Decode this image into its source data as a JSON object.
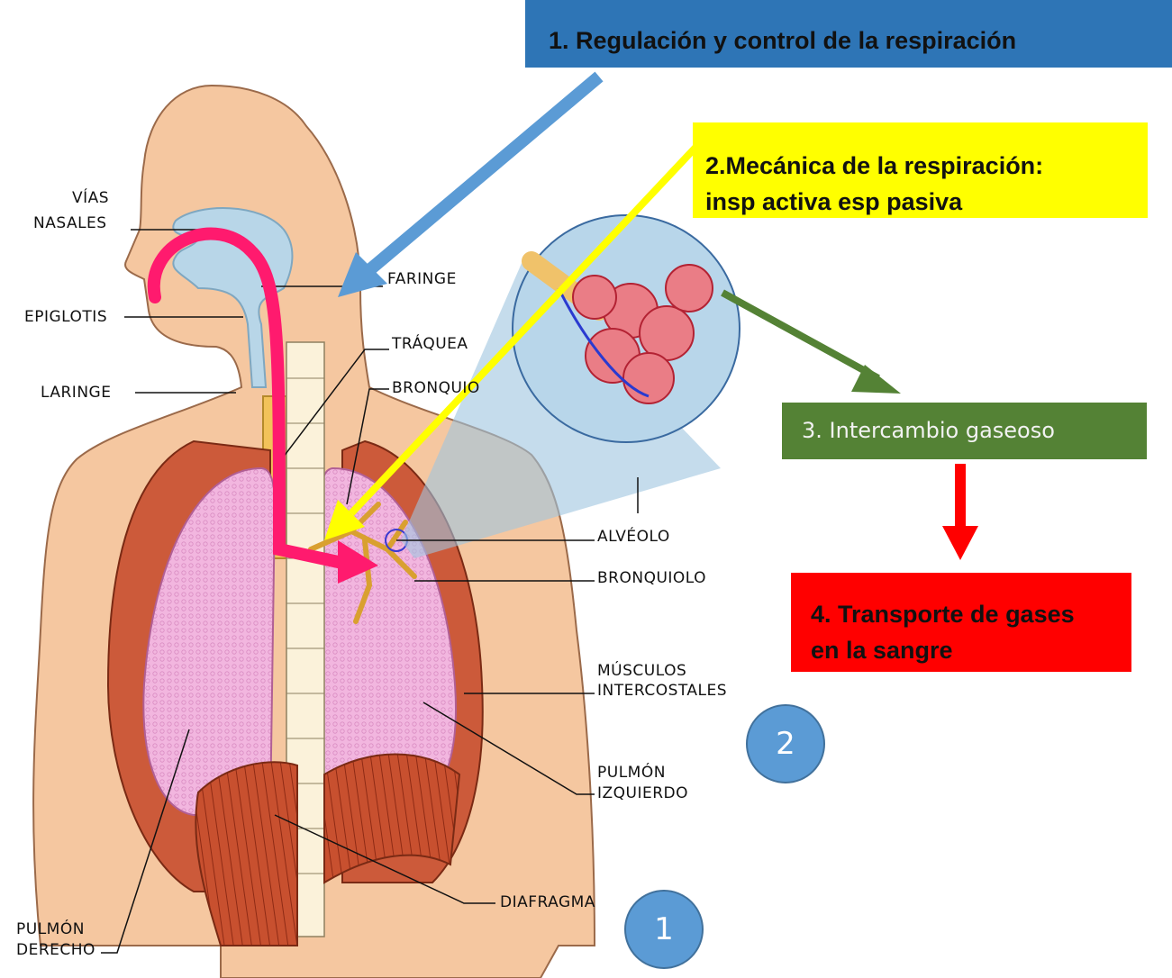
{
  "boxes": {
    "box1": "1. Regulación y control de la respiración",
    "box2_line1": "2.Mecánica de la respiración:",
    "box2_line2": "insp activa esp pasiva",
    "box3": "3. Intercambio gaseoso",
    "box4_line1": "4. Transporte de gases",
    "box4_line2": "en la sangre"
  },
  "labels": {
    "vias_1": "VÍAS",
    "vias_2": "NASALES",
    "epiglotis": "EPIGLOTIS",
    "laringe": "LARINGE",
    "faringe": "FARINGE",
    "traquea": "TRÁQUEA",
    "bronquio": "BRONQUIO",
    "alveolo": "ALVÉOLO",
    "bronquiolo": "BRONQUIOLO",
    "musculos_1": "MÚSCULOS",
    "musculos_2": "INTERCOSTALES",
    "pulmon_izq_1": "PULMÓN",
    "pulmon_izq_2": "IZQUIERDO",
    "pulmon_der_1": "PULMÓN",
    "pulmon_der_2": "DERECHO",
    "diafragma": "DIAFRAGMA"
  },
  "badges": {
    "one": "1",
    "two": "2"
  },
  "colors": {
    "box1": "#2e75b6",
    "box2": "#ffff00",
    "box3": "#548235",
    "box4": "#ff0000",
    "badge": "#5b9bd5",
    "skin": "#f5c7a0",
    "lung": "#f2b3dd",
    "airway": "#b8d6e8",
    "airflow_arrow": "#ff1a6e",
    "muscle": "#c0452a"
  }
}
